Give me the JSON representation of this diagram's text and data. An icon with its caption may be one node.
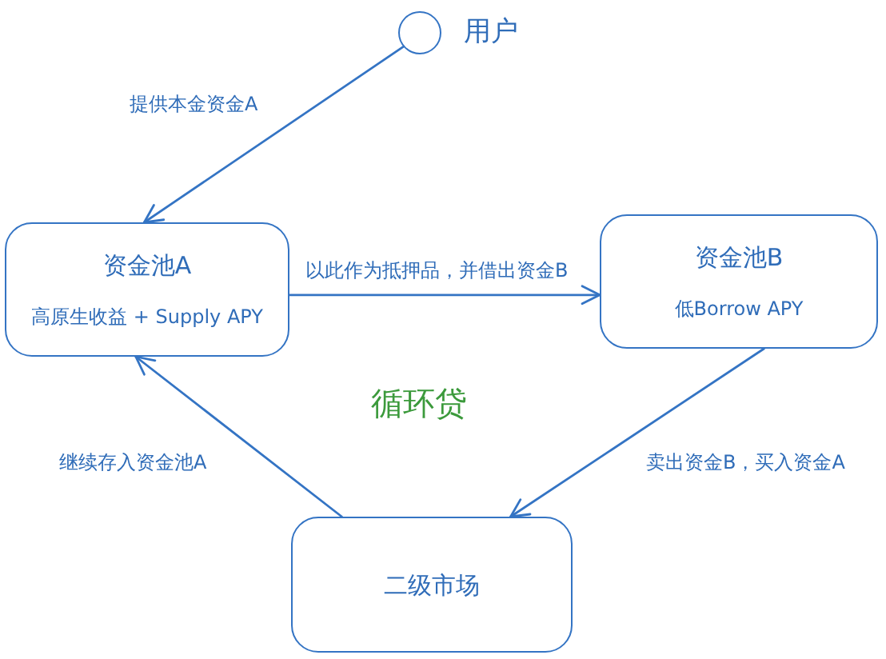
{
  "diagram": {
    "nodes": [
      {
        "text": [],
        "shape": "circle",
        "beside": [
          "用户"
        ]
      },
      {
        "text": [
          "资金池A",
          "高原生收益 + Supply APY"
        ]
      },
      {
        "text": [
          "资金池B",
          "低Borrow APY"
        ]
      },
      {
        "text": [
          "二级市场"
        ]
      }
    ],
    "edges": [
      {
        "from": 0,
        "to": 1,
        "arrow": "to",
        "label": "提供本金资金A"
      },
      {
        "from": 1,
        "to": 2,
        "arrow": "to",
        "label": "以此作为抵押品，并借出资金B"
      },
      {
        "from": 2,
        "to": 3,
        "arrow": "to",
        "label": "卖出资金B，买入资金A"
      },
      {
        "from": 3,
        "to": 1,
        "arrow": "to",
        "label": "继续存入资金池A"
      }
    ],
    "labels": [
      "循环贷"
    ]
  }
}
